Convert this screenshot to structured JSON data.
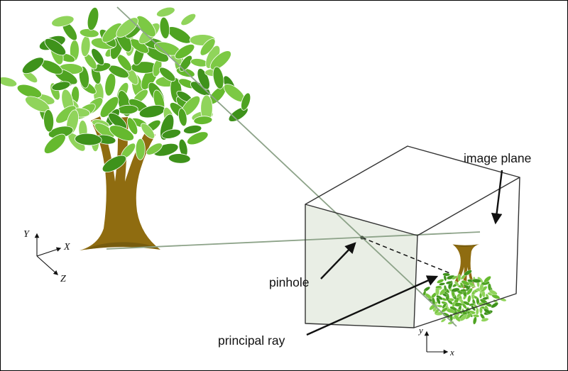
{
  "figure": {
    "labels": {
      "image_plane": "image plane",
      "pinhole": "pinhole",
      "principal_ray": "principal ray"
    },
    "world_axes": {
      "y": "Y",
      "x": "X",
      "z": "Z"
    },
    "image_axes": {
      "y": "y",
      "x": "x"
    },
    "colors": {
      "trunk": "#8f6c10",
      "trunk_dark": "#64500c",
      "ray": "#8da389",
      "box_edge": "#333333",
      "face_fill": "#e9eee5",
      "ink": "#111111",
      "pinhole_dot": "#4f5d4b",
      "leaf_palette": [
        "#4ea321",
        "#65b92e",
        "#7cc944",
        "#3e921b",
        "#90d45b"
      ]
    }
  }
}
